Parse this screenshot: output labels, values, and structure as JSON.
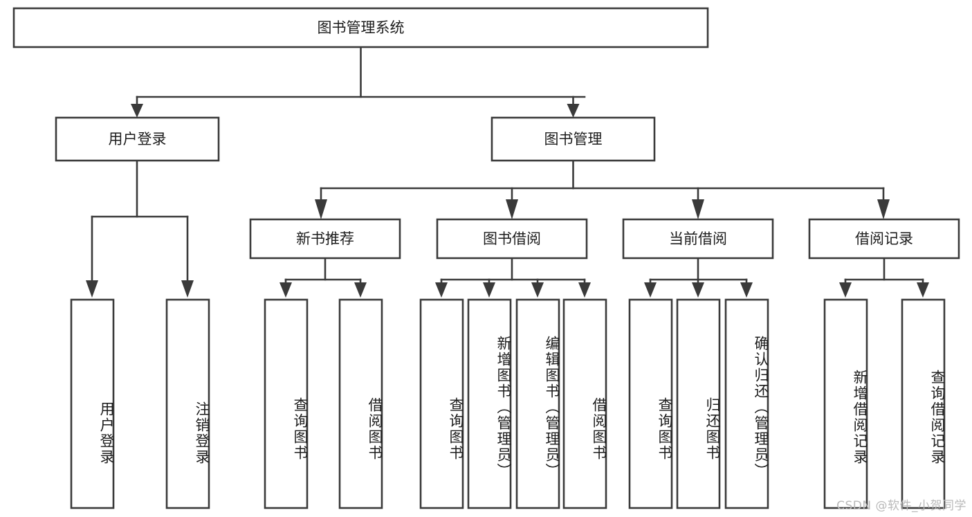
{
  "diagram": {
    "title": "图书管理系统",
    "type": "hierarchy-tree",
    "root": {
      "id": "root",
      "label": "图书管理系统",
      "orientation": "horizontal"
    },
    "level2": [
      {
        "id": "user-login",
        "label": "用户登录",
        "orientation": "horizontal"
      },
      {
        "id": "book-manage",
        "label": "图书管理",
        "orientation": "horizontal"
      }
    ],
    "level3": [
      {
        "id": "new-book-rec",
        "label": "新书推荐",
        "parent": "book-manage",
        "orientation": "horizontal"
      },
      {
        "id": "book-borrow",
        "label": "图书借阅",
        "parent": "book-manage",
        "orientation": "horizontal"
      },
      {
        "id": "current-borrow",
        "label": "当前借阅",
        "parent": "book-manage",
        "orientation": "horizontal"
      },
      {
        "id": "borrow-record",
        "label": "借阅记录",
        "parent": "book-manage",
        "orientation": "horizontal"
      }
    ],
    "leaves": [
      {
        "id": "leaf-user-login",
        "label": "用户登录",
        "parent": "user-login",
        "orientation": "vertical"
      },
      {
        "id": "leaf-user-logout",
        "label": "注销登录",
        "parent": "user-login",
        "orientation": "vertical"
      },
      {
        "id": "leaf-query-book-1",
        "label": "查询图书",
        "parent": "new-book-rec",
        "orientation": "vertical"
      },
      {
        "id": "leaf-borrow-book-1",
        "label": "借阅图书",
        "parent": "new-book-rec",
        "orientation": "vertical"
      },
      {
        "id": "leaf-query-book-2",
        "label": "查询图书",
        "parent": "book-borrow",
        "orientation": "vertical"
      },
      {
        "id": "leaf-add-book",
        "label": "新增图书（管理员）",
        "parent": "book-borrow",
        "orientation": "vertical"
      },
      {
        "id": "leaf-edit-book",
        "label": "编辑图书（管理员）",
        "parent": "book-borrow",
        "orientation": "vertical"
      },
      {
        "id": "leaf-borrow-book-2",
        "label": "借阅图书",
        "parent": "book-borrow",
        "orientation": "vertical"
      },
      {
        "id": "leaf-query-book-3",
        "label": "查询图书",
        "parent": "current-borrow",
        "orientation": "vertical"
      },
      {
        "id": "leaf-return-book",
        "label": "归还图书",
        "parent": "current-borrow",
        "orientation": "vertical"
      },
      {
        "id": "leaf-confirm-return",
        "label": "确认归还（管理员）",
        "parent": "current-borrow",
        "orientation": "vertical"
      },
      {
        "id": "leaf-add-record",
        "label": "新增借阅记录",
        "parent": "borrow-record",
        "orientation": "vertical"
      },
      {
        "id": "leaf-query-record",
        "label": "查询借阅记录",
        "parent": "borrow-record",
        "orientation": "vertical"
      }
    ],
    "colors": {
      "stroke": "#3a3a3a",
      "fill": "#ffffff",
      "text": "#1c1c1c",
      "watermark": "#b9b9b9"
    }
  },
  "watermark": {
    "text": "CSDN @软件_小贺同学"
  }
}
